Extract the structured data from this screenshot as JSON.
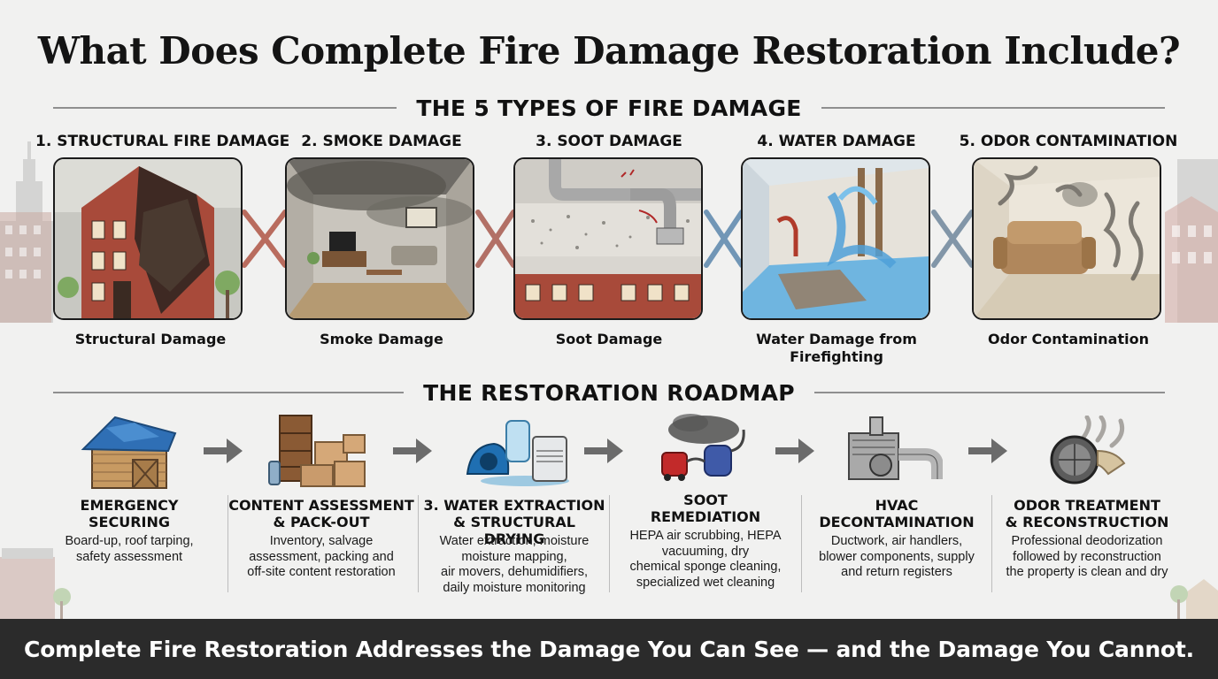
{
  "title": "What Does Complete Fire Damage Restoration Include?",
  "types_section": {
    "heading": "THE 5 TYPES OF FIRE DAMAGE",
    "items": [
      {
        "label": "1. STRUCTURAL FIRE DAMAGE",
        "caption": "Structural Damage",
        "icon": "burned-house-icon"
      },
      {
        "label": "2. SMOKE DAMAGE",
        "caption": "Smoke Damage",
        "icon": "smoky-living-room-icon"
      },
      {
        "label": "3. SOOT DAMAGE",
        "caption": "Soot Damage",
        "icon": "soot-ductwork-icon"
      },
      {
        "label": "4. WATER DAMAGE",
        "caption": "Water Damage from\nFirefighting",
        "icon": "flooded-room-icon"
      },
      {
        "label": "5. ODOR CONTAMINATION",
        "caption": "Odor Contamination",
        "icon": "odor-sofa-icon"
      }
    ]
  },
  "roadmap_section": {
    "heading": "THE RESTORATION ROADMAP",
    "steps": [
      {
        "title": "EMERGENCY\nSECURING",
        "desc": "Board-up, roof tarping,\nsafety assessment",
        "icon": "tarped-house-icon"
      },
      {
        "title": "CONTENT ASSESSMENT\n& PACK-OUT",
        "desc": "Inventory, salvage\nassessment, packing and\noff-site content restoration",
        "icon": "boxes-icon"
      },
      {
        "title": "3. WATER EXTRACTION\n& STRUCTURAL DRYING",
        "desc": "Water extraction, moisture\nmoisture mapping,\nair movers, dehumidifiers,\ndaily moisture monitoring",
        "icon": "drying-equipment-icon"
      },
      {
        "title": "SOOT\nREMEDIATION",
        "desc": "HEPA air scrubbing, HEPA\nvacuuming, dry\nchemical sponge cleaning,\nspecialized wet cleaning",
        "icon": "hepa-vacuum-icon"
      },
      {
        "title": "HVAC\nDECONTAMINATION",
        "desc": "Ductwork, air handlers,\nblower components, supply\nand return registers",
        "icon": "hvac-unit-icon"
      },
      {
        "title": "ODOR TREATMENT\n& RECONSTRUCTION",
        "desc": "Professional deodorization\nfollowed by reconstruction\nthe property is clean and dry",
        "icon": "deodorizer-fan-icon"
      }
    ]
  },
  "footer": {
    "text": "Complete Fire Restoration Addresses the Damage You Can See — and the Damage You Cannot."
  },
  "colors": {
    "background": "#f1f1f0",
    "footer_bg": "#2b2b2b",
    "brick": "#a84a3a",
    "water_blue": "#5aa7d6",
    "arrow_gray": "#6b6b6b"
  }
}
